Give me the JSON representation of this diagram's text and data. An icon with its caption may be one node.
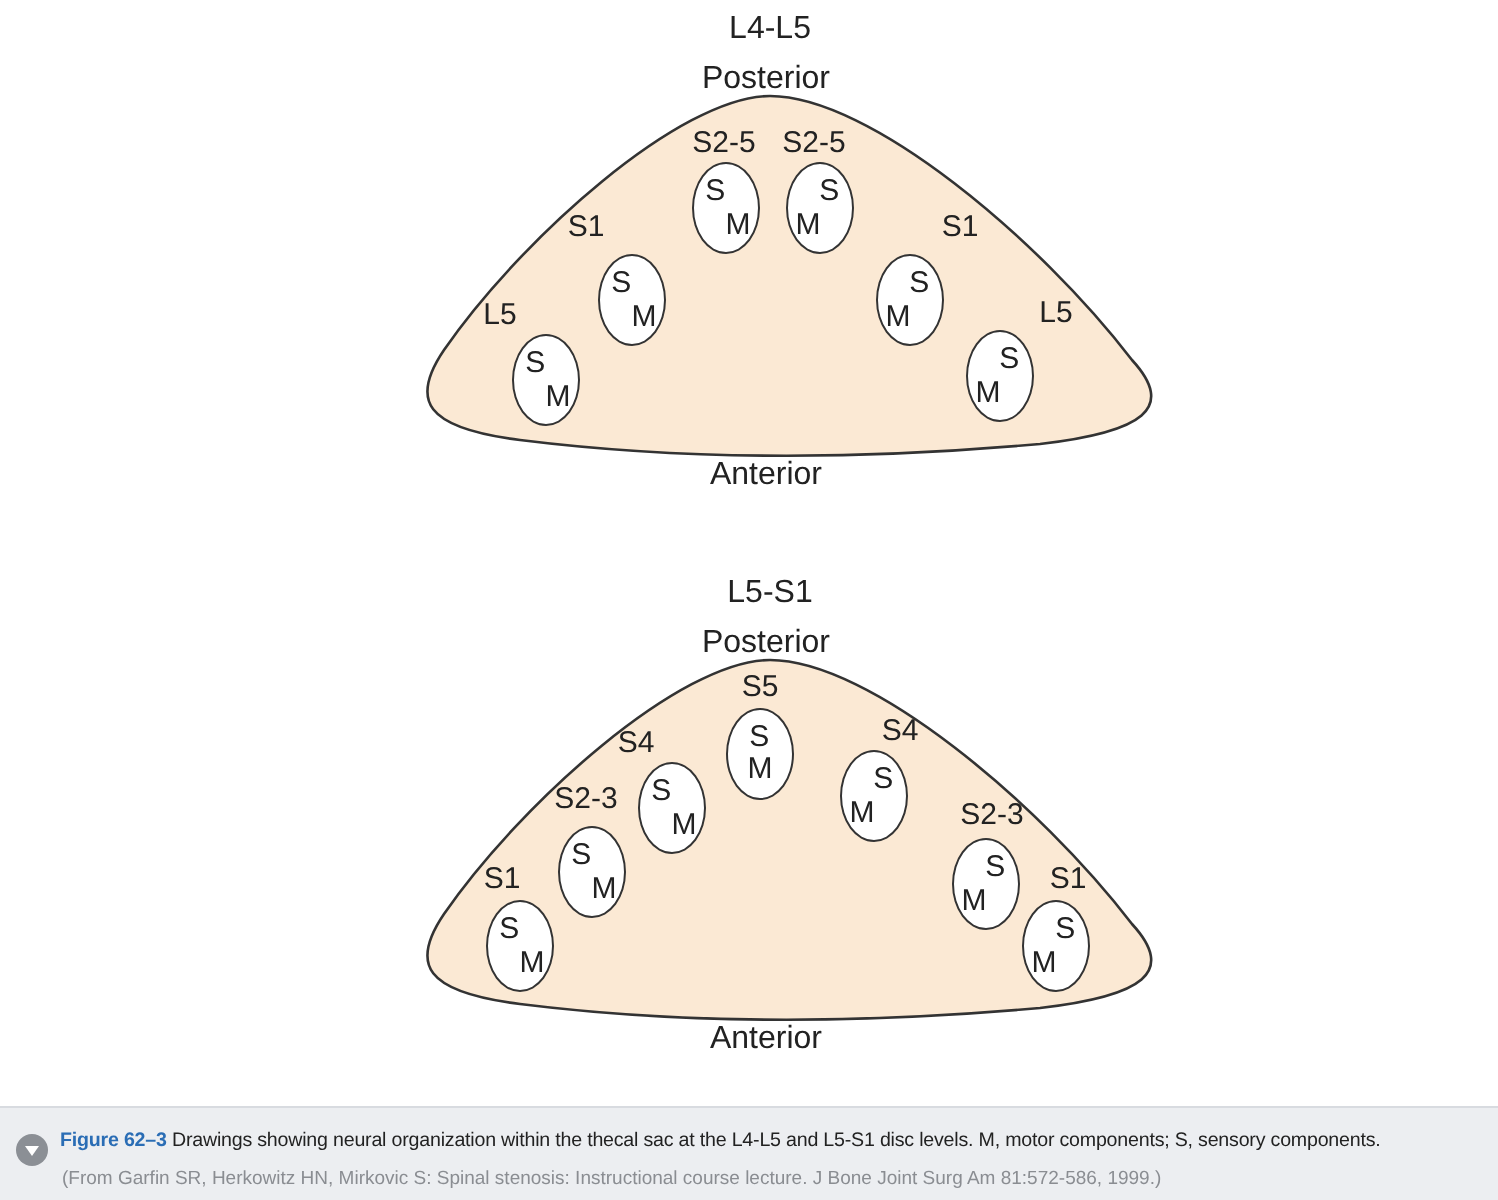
{
  "diagram": {
    "caption": "**Figure 62–3** Drawings showing neural organization within the thecal sac at the L4-L5 and L5-S1 disc levels. M, motor components; S, sensory components.",
    "nodes": [
      {
        "text": [
          "L4-L5"
        ],
        "beside": [
          "Posterior",
          "Anterior"
        ]
      },
      {
        "text": [
          "S",
          "M"
        ],
        "in": 0,
        "beside": [
          "L5"
        ]
      },
      {
        "text": [
          "S",
          "M"
        ],
        "in": 0,
        "beside": [
          "S1"
        ]
      },
      {
        "text": [
          "S",
          "M"
        ],
        "in": 0,
        "beside": [
          "S2-5"
        ]
      },
      {
        "text": [
          "S",
          "M"
        ],
        "in": 0,
        "beside": [
          "S2-5"
        ]
      },
      {
        "text": [
          "S",
          "M"
        ],
        "in": 0,
        "beside": [
          "S1"
        ]
      },
      {
        "text": [
          "S",
          "M"
        ],
        "in": 0,
        "beside": [
          "L5"
        ]
      },
      {
        "text": [
          "L5-S1"
        ],
        "beside": [
          "Posterior",
          "Anterior"
        ]
      },
      {
        "text": [
          "S",
          "M"
        ],
        "in": 7,
        "beside": [
          "S1"
        ]
      },
      {
        "text": [
          "S",
          "M"
        ],
        "in": 7,
        "beside": [
          "S2-3"
        ]
      },
      {
        "text": [
          "S",
          "M"
        ],
        "in": 7,
        "beside": [
          "S4"
        ]
      },
      {
        "text": [
          "S",
          "M"
        ],
        "in": 7,
        "beside": [
          "S5"
        ]
      },
      {
        "text": [
          "S",
          "M"
        ],
        "in": 7,
        "beside": [
          "S4"
        ]
      },
      {
        "text": [
          "S",
          "M"
        ],
        "in": 7,
        "beside": [
          "S2-3"
        ]
      },
      {
        "text": [
          "S",
          "M"
        ],
        "in": 7,
        "beside": [
          "S1"
        ]
      }
    ],
    "edges": [],
    "labels": [
      "(From Garfin SR, Herkowitz HN, Mirkovic S: Spinal stenosis: Instructional course lecture. J Bone Joint Surg Am 81:572-586, 1999.)"
    ]
  }
}
